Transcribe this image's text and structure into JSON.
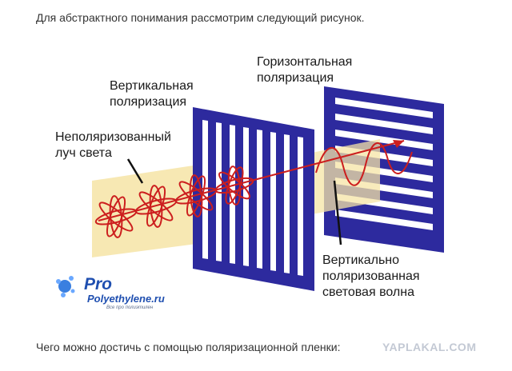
{
  "post": {
    "intro_text": "Для абстрактного понимания рассмотрим следующий рисунок.",
    "outro_text": "Чего можно достичь с помощью поляризационной пленки:"
  },
  "figure": {
    "labels": {
      "horizontal": "Горизонтальная\nполяризация",
      "vertical": "Вертикальная\nполяризация",
      "unpolarized": "Неполяризованный\nлуч света",
      "result": "Вертикально\nполяризованная\nсветовая волна"
    },
    "brand": {
      "pro": "Pro",
      "site": "Polyethylene.ru",
      "tagline": "Все про полиэтилен"
    },
    "colors": {
      "grid": "#2d2a9e",
      "beam": "#f6e4a6",
      "wave": "#cc1e1e"
    }
  },
  "watermark": "YAPLAKAL.COM"
}
